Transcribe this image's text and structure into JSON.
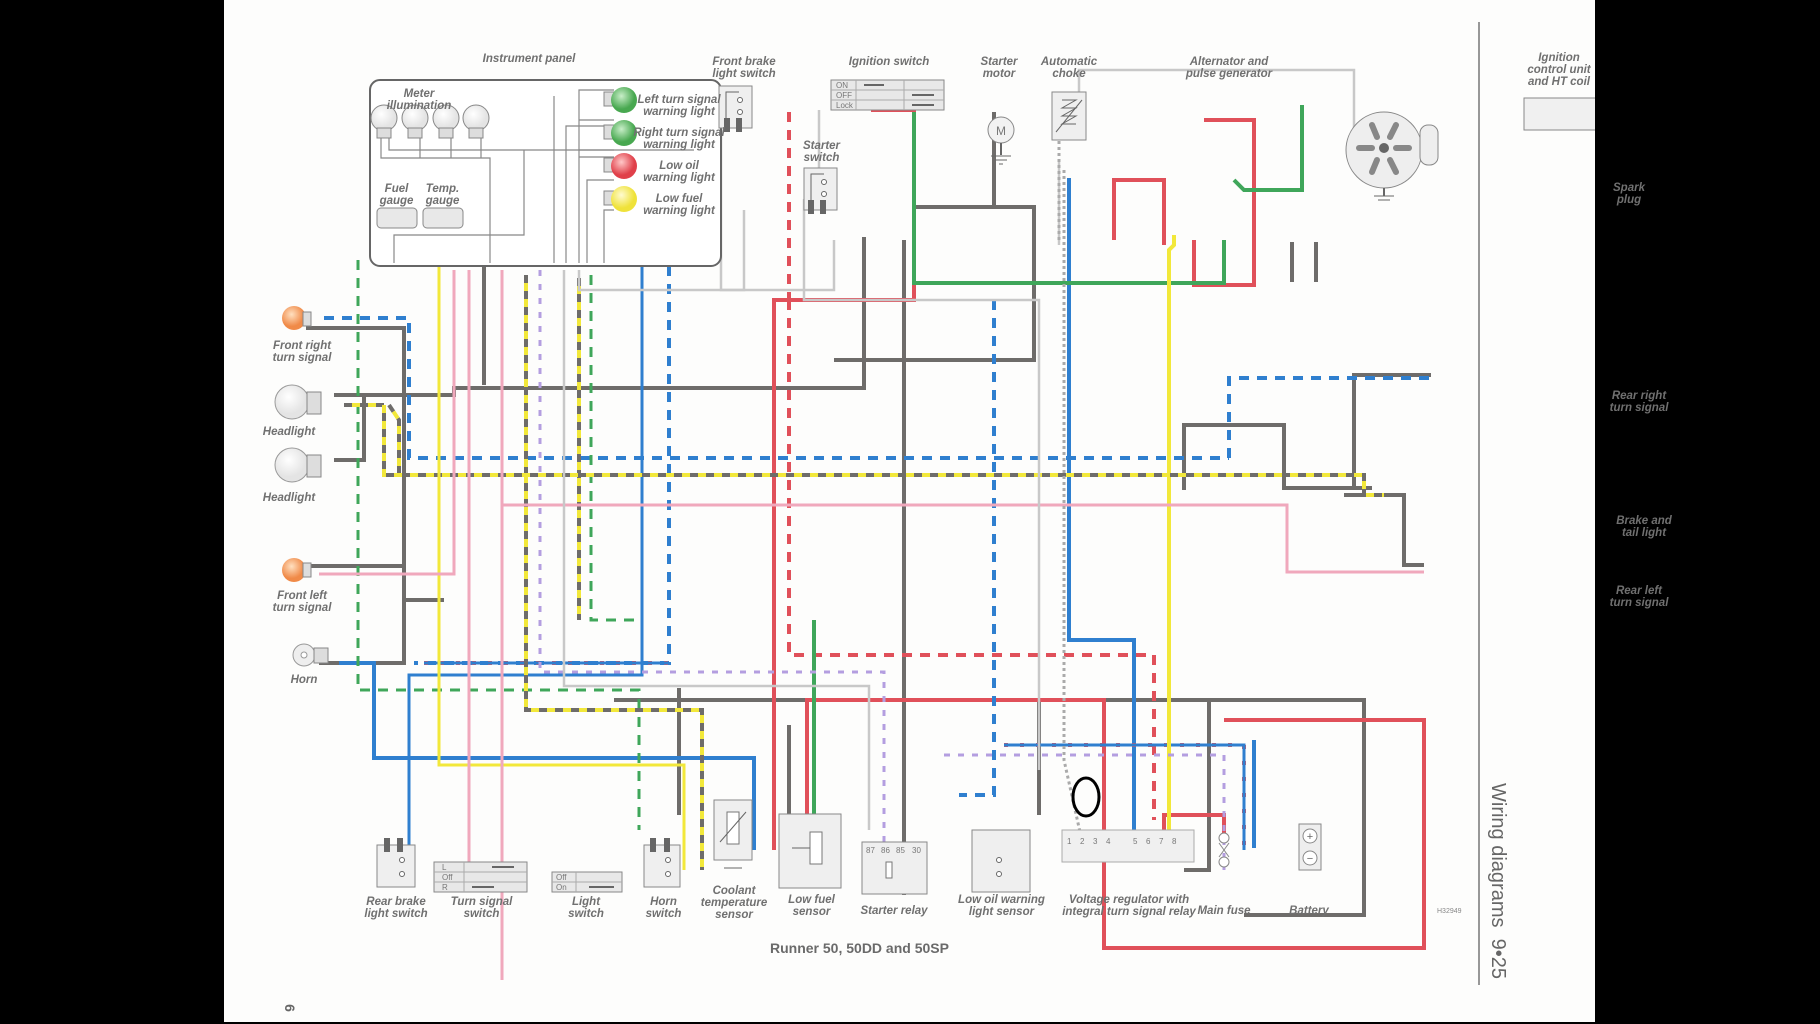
{
  "diagram": {
    "title": "Runner 50, 50DD and 50SP",
    "section_heading": "Wiring diagrams",
    "page_ref": "9•25",
    "page_number_rotated": "6",
    "figure_code": "H32949",
    "components": {
      "instrument_panel": "Instrument panel",
      "meter_illumination": "Meter\nillumination",
      "fuel_gauge": "Fuel\ngauge",
      "temp_gauge": "Temp.\ngauge",
      "left_turn_warning": "Left turn signal\nwarning light",
      "right_turn_warning": "Right turn signal\nwarning light",
      "low_oil_warning": "Low oil\nwarning light",
      "low_fuel_warning": "Low fuel\nwarning light",
      "front_brake_switch": "Front brake\nlight switch",
      "starter_switch": "Starter\nswitch",
      "ignition_switch": "Ignition switch",
      "starter_motor": "Starter\nmotor",
      "automatic_choke": "Automatic\nchoke",
      "alternator": "Alternator and\npulse generator",
      "ignition_control": "Ignition\ncontrol unit\nand HT coil",
      "spark_plug": "Spark\nplug",
      "front_right_turn": "Front right\nturn signal",
      "headlight_1": "Headlight",
      "headlight_2": "Headlight",
      "front_left_turn": "Front left\nturn signal",
      "horn": "Horn",
      "rear_right_turn": "Rear right\nturn signal",
      "brake_tail_light": "Brake and\ntail light",
      "rear_left_turn": "Rear left\nturn signal",
      "rear_brake_switch": "Rear brake\nlight switch",
      "turn_signal_switch": "Turn signal\nswitch",
      "light_switch": "Light\nswitch",
      "horn_switch": "Horn\nswitch",
      "coolant_sensor": "Coolant\ntemperature\nsensor",
      "low_fuel_sensor": "Low fuel\nsensor",
      "starter_relay": "Starter relay",
      "low_oil_sensor": "Low oil warning\nlight sensor",
      "voltage_regulator": "Voltage regulator with\nintegral turn signal relay",
      "main_fuse": "Main fuse",
      "battery": "Battery"
    },
    "ignition_switch_positions": [
      "ON",
      "OFF",
      "Lock"
    ],
    "turn_switch_positions": [
      "L",
      "Off",
      "R"
    ],
    "light_switch_positions": [
      "Off",
      "On"
    ],
    "starter_relay_terminals": [
      "87",
      "86",
      "85",
      "30"
    ],
    "regulator_terminals": [
      "1",
      "2",
      "3",
      "4",
      "5",
      "6",
      "7",
      "8"
    ],
    "starter_motor_symbol": "M",
    "wire_colors": {
      "black_grey": "#6e6c6a",
      "red": "#e0505a",
      "blue": "#2f7fcf",
      "green": "#3fa65a",
      "yellow": "#f2e83a",
      "pink": "#f0a8bc",
      "white": "#d8d8d8",
      "violet": "#b49ee0",
      "orange_bulb": "#f39a5a",
      "green_bulb": "#5cb85c",
      "red_bulb": "#e64a52",
      "yellow_bulb": "#f2e83a"
    }
  }
}
